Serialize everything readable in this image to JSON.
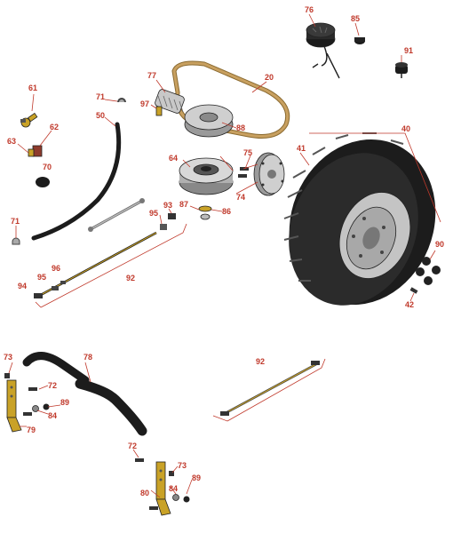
{
  "labels": {
    "l76": "76",
    "l85": "85",
    "l91": "91",
    "l77": "77",
    "l20": "20",
    "l61": "61",
    "l71a": "71",
    "l97": "97",
    "l88": "88",
    "l50": "50",
    "l62": "62",
    "l63": "63",
    "l70": "70",
    "l40": "40",
    "l41": "41",
    "l64": "64",
    "l75": "75",
    "l74": "74",
    "l93": "93",
    "l87": "87",
    "l86": "86",
    "l95a": "95",
    "l71b": "71",
    "l90": "90",
    "l96": "96",
    "l95b": "95",
    "l92a": "92",
    "l94": "94",
    "l42": "42",
    "l73a": "73",
    "l78": "78",
    "l72a": "72",
    "l89a": "89",
    "l84a": "84",
    "l79": "79",
    "l92b": "92",
    "l72b": "72",
    "l73b": "73",
    "l80": "80",
    "l84b": "84",
    "l89b": "89"
  },
  "colors": {
    "label": "#c0392b",
    "brass": "#c9a227",
    "metal": "#b8b8b8",
    "rubber": "#1c1c1c",
    "belt": "#c8a060"
  }
}
